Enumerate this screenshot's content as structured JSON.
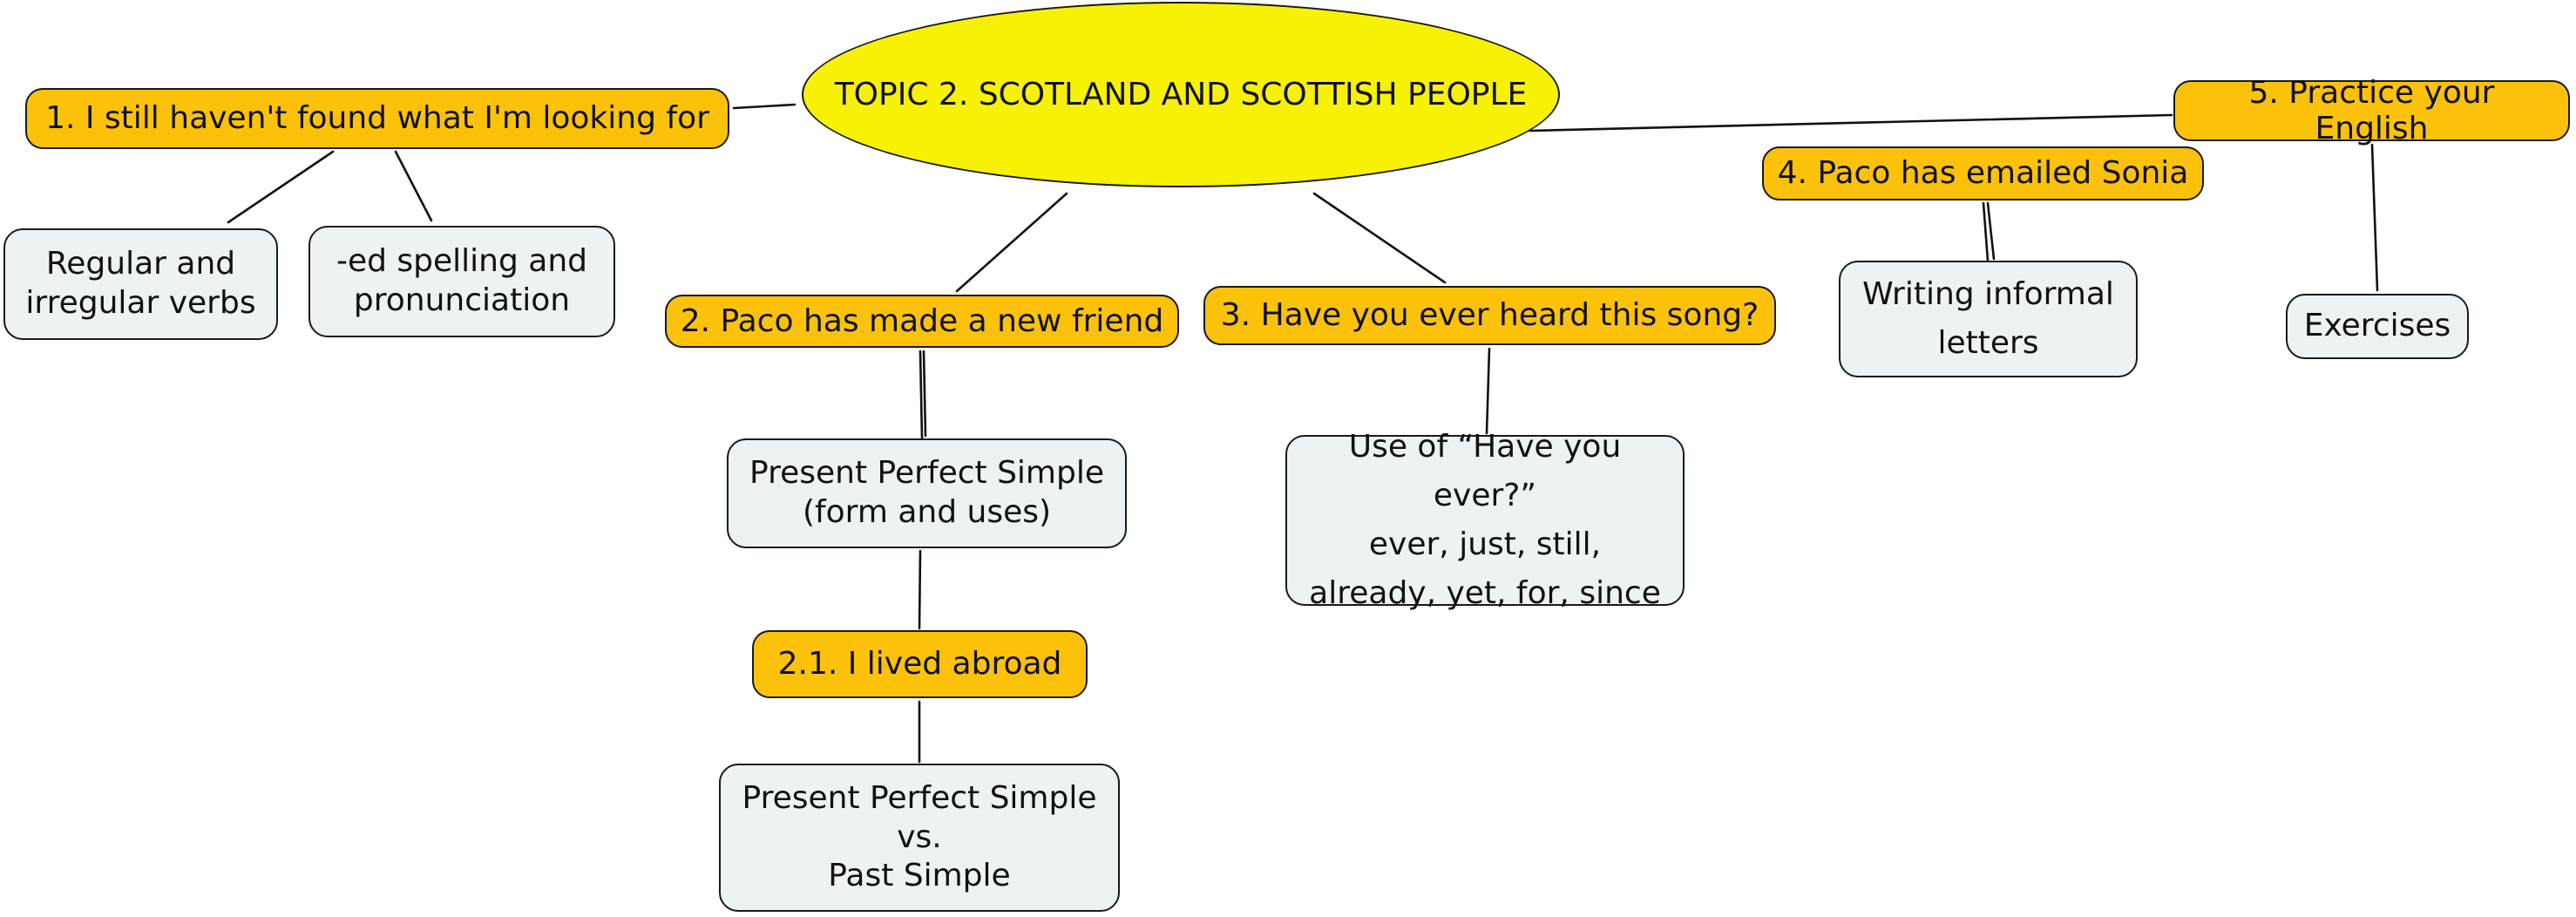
{
  "map": {
    "center": {
      "label": "TOPIC 2. SCOTLAND AND SCOTTISH PEOPLE"
    },
    "topics": {
      "t1": "1. I still haven't found what I'm looking for",
      "t2": "2. Paco has made a new friend",
      "t21": "2.1. I lived abroad",
      "t3": "3. Have you ever heard this song?",
      "t4": "4. Paco has emailed Sonia",
      "t5": "5. Practice your English"
    },
    "concepts": {
      "regular_irregular": "Regular and\nirregular verbs",
      "ed_spelling": "-ed spelling and\npronunciation",
      "present_perfect_simple": "Present Perfect Simple\n(form and uses)",
      "pps_vs_past_simple": "Present Perfect Simple\nvs.\nPast Simple",
      "have_you_ever": "Use of “Have you ever?”\never, just, still,\nalready, yet, for, since",
      "informal_letters": "Writing informal\nletters",
      "exercises": "Exercises"
    }
  },
  "colors": {
    "center_fill": "#f7f203",
    "topic_fill": "#fbc209",
    "concept_fill": "#edf3f5",
    "border": "#1a1a1a"
  }
}
